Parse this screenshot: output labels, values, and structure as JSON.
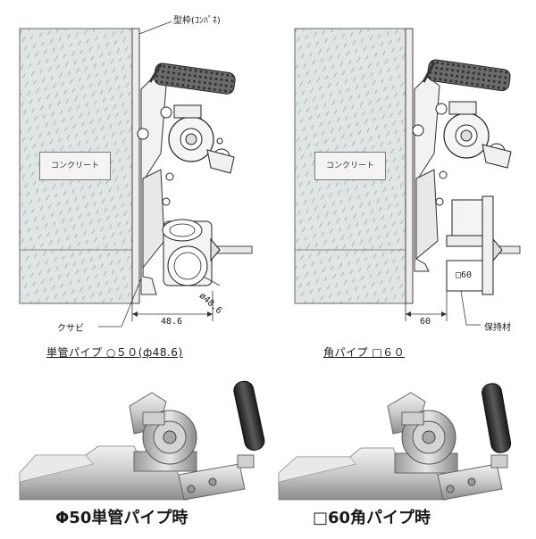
{
  "left_diagram": {
    "formwork_label": "型枠(ｺﾝﾊﾟﾈ)",
    "concrete_label": "コンクリート",
    "wedge_label": "クサビ",
    "dim_horizontal": "48.6",
    "dim_diameter": "ø48.6",
    "caption": "単管パイプ ○５０(ф48.6)"
  },
  "right_diagram": {
    "concrete_label": "コンクリート",
    "dim_horizontal": "60",
    "square_label": "□60",
    "holder_label": "保持材",
    "caption": "角パイプ □６０"
  },
  "photos": {
    "left_caption": "Φ50単管パイプ時",
    "right_caption": "□60角パイプ時"
  },
  "colors": {
    "concrete_fill": "#dde3e3",
    "line": "#333333",
    "grip": "#555555",
    "metal_light": "#d8d8d8",
    "metal_dark": "#8a8a8a"
  }
}
